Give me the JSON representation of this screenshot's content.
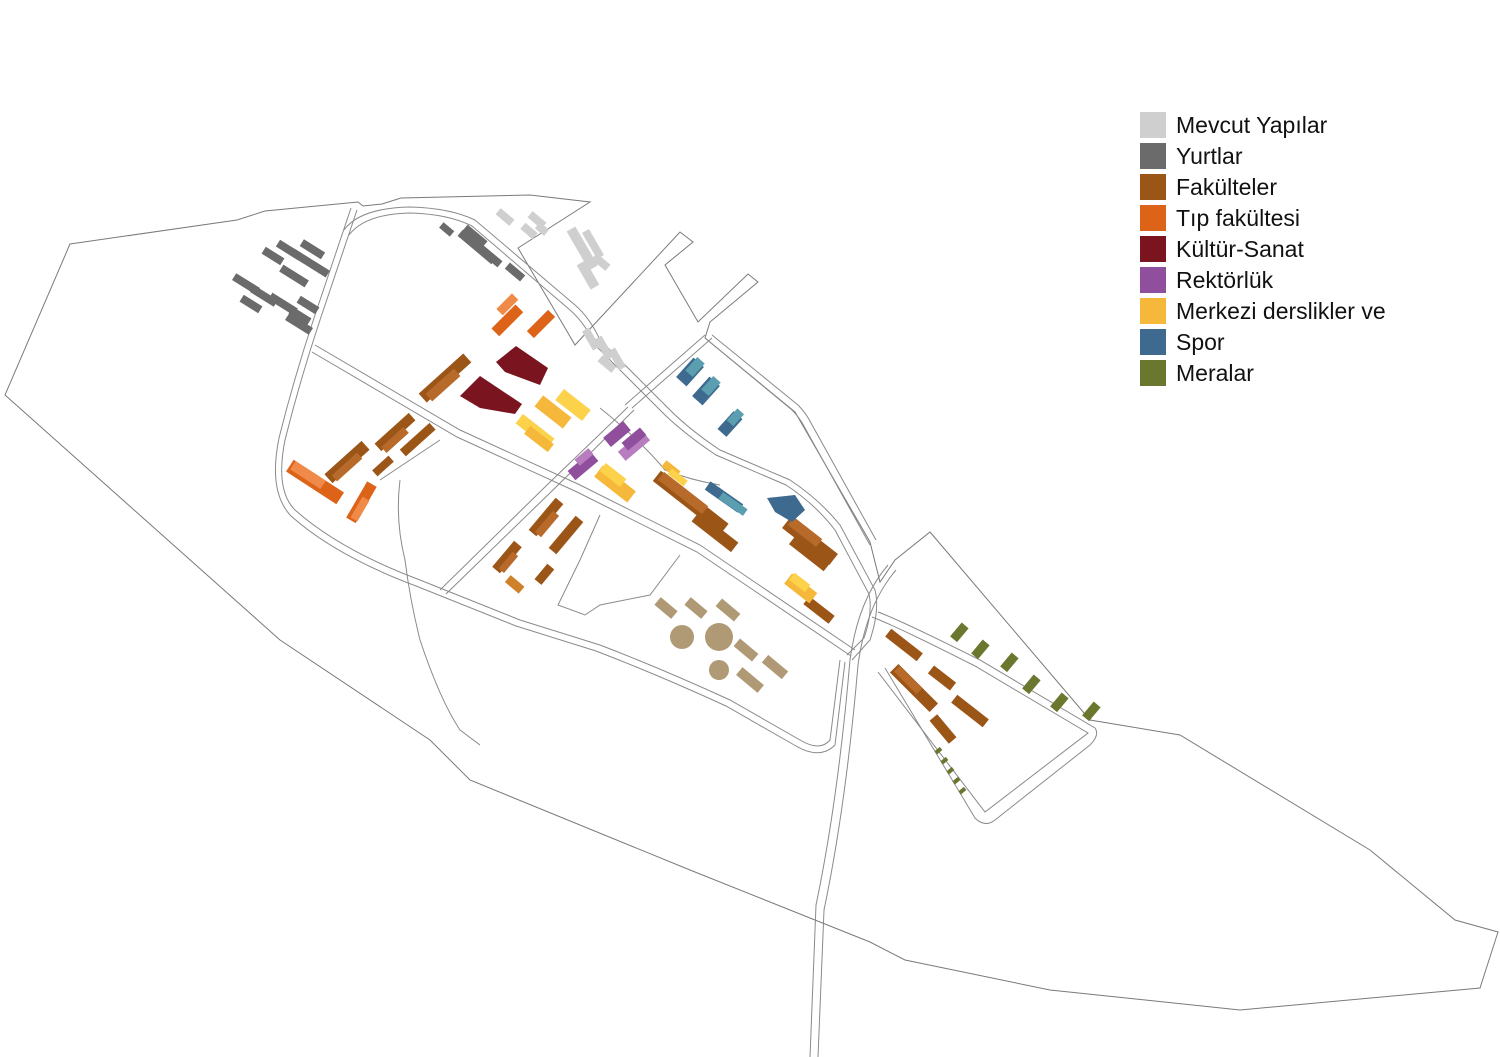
{
  "legend": {
    "items": [
      {
        "label": "Mevcut Yapılar",
        "color": "#cfcfcf"
      },
      {
        "label": "Yurtlar",
        "color": "#6b6b6b"
      },
      {
        "label": "Fakülteler",
        "color": "#9b5517"
      },
      {
        "label": "Tıp fakültesi",
        "color": "#dd6319"
      },
      {
        "label": "Kültür-Sanat",
        "color": "#7a1520"
      },
      {
        "label": "Rektörlük",
        "color": "#8f4f9c"
      },
      {
        "label": "Merkezi derslikler ve",
        "color": "#f6b83a"
      },
      {
        "label": "Spor",
        "color": "#3d6a8e"
      },
      {
        "label": "Meralar",
        "color": "#6a772e"
      }
    ]
  },
  "colors": {
    "boundary": "#7a7a7a",
    "road": "#8a8a8a",
    "unlisted_buildings": "#b09a76",
    "spor_light": "#5b9eb0",
    "fakulteler_light": "#b86a2a",
    "tip_light": "#f08a48",
    "merkezi_light": "#fbd24a",
    "rektorluk_light": "#b77dbf"
  }
}
